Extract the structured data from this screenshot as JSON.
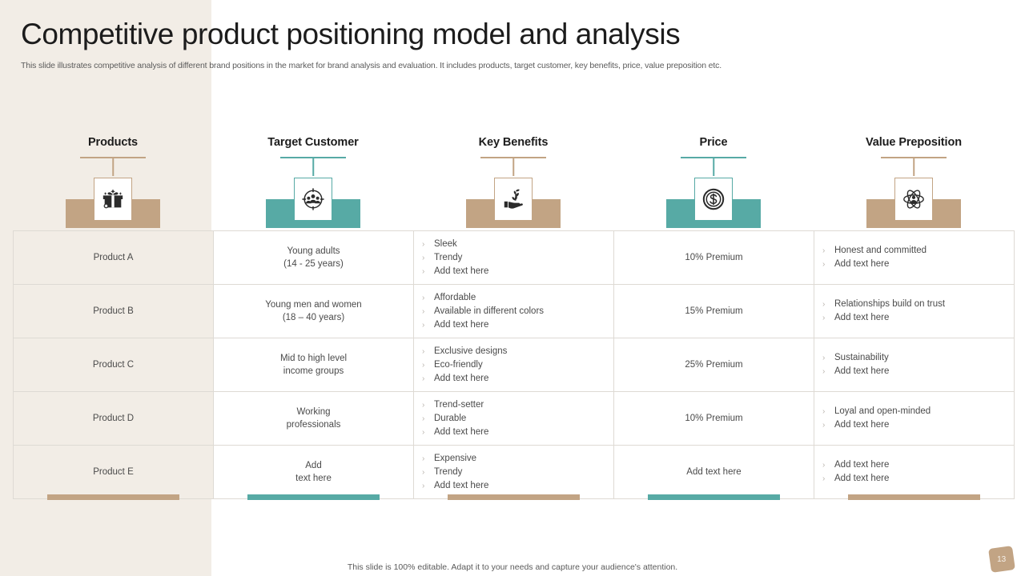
{
  "slide": {
    "title": "Competitive product positioning model and analysis",
    "subtitle": "This slide illustrates competitive analysis of different brand positions in the market for brand analysis and evaluation. It includes products, target customer, key benefits, price, value preposition etc.",
    "footer_note": "This slide is 100% editable. Adapt it to your needs and capture your audience's attention.",
    "page_number": "13"
  },
  "colors": {
    "tan": "#c2a484",
    "teal": "#57aaa5",
    "panel_beige": "#f2ede6",
    "row_beige": "#f2ede6",
    "text_dark": "#1c1c1c",
    "text_body": "#4a4a4a",
    "grid_line": "#dedad4"
  },
  "columns": [
    {
      "label": "Products",
      "accent": "tan",
      "icon": "gift-box-icon"
    },
    {
      "label": "Target Customer",
      "accent": "teal",
      "icon": "target-audience-icon"
    },
    {
      "label": "Key Benefits",
      "accent": "tan",
      "icon": "hand-sprout-icon"
    },
    {
      "label": "Price",
      "accent": "teal",
      "icon": "dollar-coin-icon"
    },
    {
      "label": "Value Preposition",
      "accent": "tan",
      "icon": "atom-person-icon"
    }
  ],
  "bullet_marker": "›",
  "rows": [
    {
      "product": "Product A",
      "target": [
        "Young adults",
        "(14 - 25 years)"
      ],
      "benefits": [
        "Sleek",
        "Trendy",
        "Add text here"
      ],
      "price": "10% Premium",
      "value": [
        "Honest and committed",
        "Add text here"
      ]
    },
    {
      "product": "Product B",
      "target": [
        "Young men and women",
        "(18 – 40 years)"
      ],
      "benefits": [
        "Affordable",
        "Available  in different  colors",
        "Add text here"
      ],
      "price": "15% Premium",
      "value": [
        "Relationships build on trust",
        "Add text here"
      ]
    },
    {
      "product": "Product C",
      "target": [
        "Mid to high level",
        "income groups"
      ],
      "benefits": [
        "Exclusive designs",
        "Eco-friendly",
        "Add text here"
      ],
      "price": "25% Premium",
      "value": [
        "Sustainability",
        "Add text here"
      ]
    },
    {
      "product": "Product D",
      "target": [
        "Working",
        "professionals"
      ],
      "benefits": [
        "Trend-setter",
        "Durable",
        "Add text here"
      ],
      "price": "10% Premium",
      "value": [
        "Loyal and open-minded",
        "Add text here"
      ]
    },
    {
      "product": "Product E",
      "target": [
        "Add",
        "text here"
      ],
      "benefits": [
        "Expensive",
        "Trendy",
        "Add text here"
      ],
      "price": "Add text here",
      "value": [
        "Add text here",
        "Add text here"
      ]
    }
  ]
}
